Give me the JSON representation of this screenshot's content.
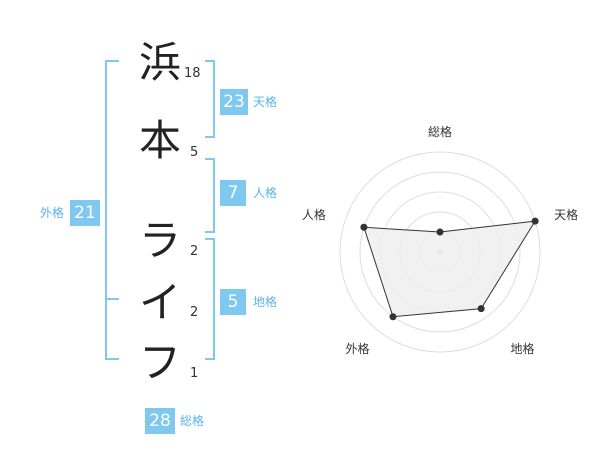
{
  "name": {
    "chars": [
      {
        "char": "浜",
        "strokes": "18"
      },
      {
        "char": "本",
        "strokes": "5"
      },
      {
        "char": "ラ",
        "strokes": "2"
      },
      {
        "char": "イ",
        "strokes": "2"
      },
      {
        "char": "フ",
        "strokes": "1"
      }
    ]
  },
  "fortunes": {
    "tenkaku": {
      "label": "天格",
      "value": "23"
    },
    "jinkaku": {
      "label": "人格",
      "value": "7"
    },
    "chikaku": {
      "label": "地格",
      "value": "5"
    },
    "gaikaku": {
      "label": "外格",
      "value": "21"
    },
    "soukaku": {
      "label": "総格",
      "value": "28"
    }
  },
  "chart_data": {
    "type": "radar",
    "axes": [
      "総格",
      "天格",
      "地格",
      "外格",
      "人格"
    ],
    "values": [
      1,
      5,
      3.5,
      4,
      4
    ],
    "max": 5,
    "rings": 5,
    "colors": {
      "fill": "#eeeeee",
      "line": "#333333",
      "grid": "#dddddd"
    }
  }
}
